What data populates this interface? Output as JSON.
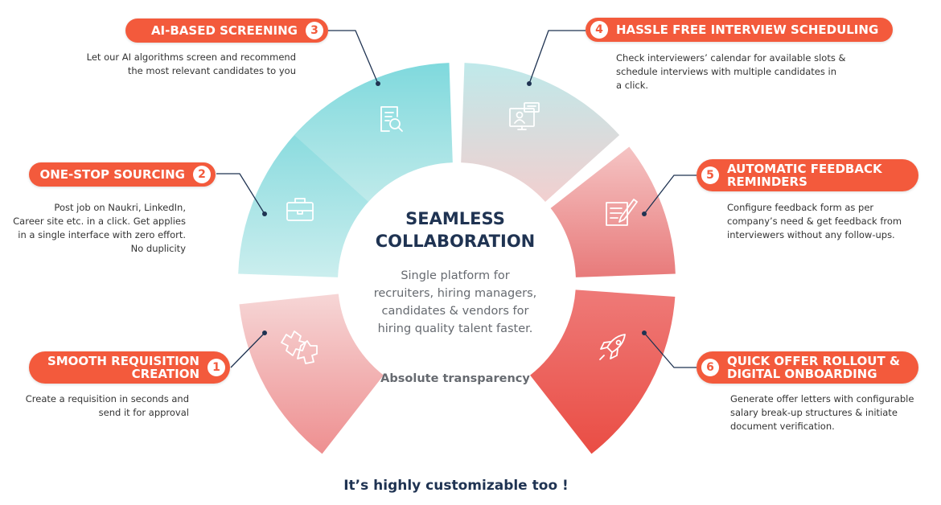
{
  "center": {
    "title": "SEAMLESS\nCOLLABORATION",
    "body": "Single platform for\nrecruiters, hiring managers,\ncandidates &  vendors for\nhiring quality talent faster.",
    "footnote": "Absolute transparency"
  },
  "footer": "It’s highly customizable too !",
  "colors": {
    "accent": "#f35a3c",
    "navy": "#1f3352",
    "teal": "#8fdde0",
    "coral": "#f0524a"
  },
  "steps": [
    {
      "number": "1",
      "title": "SMOOTH REQUISITION\nCREATION",
      "description": "Create a requisition in seconds and\nsend it for approval",
      "icon": "puzzle-icon"
    },
    {
      "number": "2",
      "title": "ONE-STOP SOURCING",
      "description": "Post job on Naukri, LinkedIn,\nCareer site etc. in a click. Get applies\nin a single interface with zero effort.\nNo duplicity",
      "icon": "briefcase-icon"
    },
    {
      "number": "3",
      "title": "AI-BASED SCREENING",
      "description": "Let our AI algorithms screen and recommend\nthe most relevant candidates to you",
      "icon": "document-search-icon"
    },
    {
      "number": "4",
      "title": "HASSLE FREE INTERVIEW SCHEDULING",
      "description": "Check interviewers’ calendar for available slots &\nschedule interviews with multiple candidates in\na click.",
      "icon": "video-interview-icon"
    },
    {
      "number": "5",
      "title": "AUTOMATIC FEEDBACK\nREMINDERS",
      "description": "Configure feedback form as per\ncompany’s need  & get feedback from\ninterviewers without any follow-ups.",
      "icon": "feedback-form-icon"
    },
    {
      "number": "6",
      "title": "QUICK OFFER ROLLOUT &\nDIGITAL ONBOARDING",
      "description": "Generate offer letters with configurable\nsalary break-up structures & initiate\ndocument verification.",
      "icon": "rocket-icon"
    }
  ]
}
